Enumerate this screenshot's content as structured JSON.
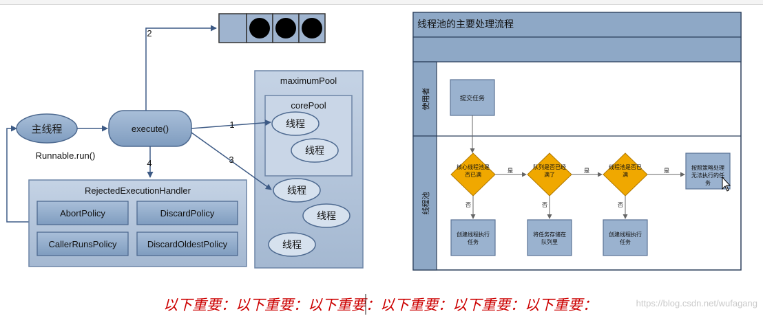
{
  "left_diagram": {
    "step_labels": [
      "2",
      "1",
      "3",
      "4"
    ],
    "queue_slots": 4,
    "main_thread": "主线程",
    "runnable_run": "Runnable.run()",
    "execute": "execute()",
    "maximum_pool": "maximumPool",
    "core_pool": "corePool",
    "thread": "线程",
    "handler": {
      "title": "RejectedExecutionHandler",
      "policies": [
        "AbortPolicy",
        "DiscardPolicy",
        "CallerRunsPolicy",
        "DiscardOldestPolicy"
      ]
    }
  },
  "right_diagram": {
    "title": "线程池的主要处理流程",
    "lane_user": "使用者",
    "lane_pool": "线程池",
    "submit_task": "提交任务",
    "decisions": [
      "核心线程池是否已满",
      "队列是否已经满了",
      "线程池是否已满"
    ],
    "yes": "是",
    "no": "否",
    "actions": [
      "创建线程执行任务",
      "将任务存储在队列里",
      "创建线程执行任务"
    ],
    "reject": "按照策略处理无法执行的任务"
  },
  "footer": {
    "note": "以下重要：以下重要：以下重要：以下重要：以下重要：以下重要：",
    "watermark": "https://blog.csdn.net/wufagang"
  },
  "colors": {
    "node_fill": "#8aa7c8",
    "node_stroke": "#5a7396",
    "container_fill": "#b6c6da",
    "arrow": "#3d5a85",
    "diamond": "#f0a800",
    "note_red": "#cc0000"
  }
}
